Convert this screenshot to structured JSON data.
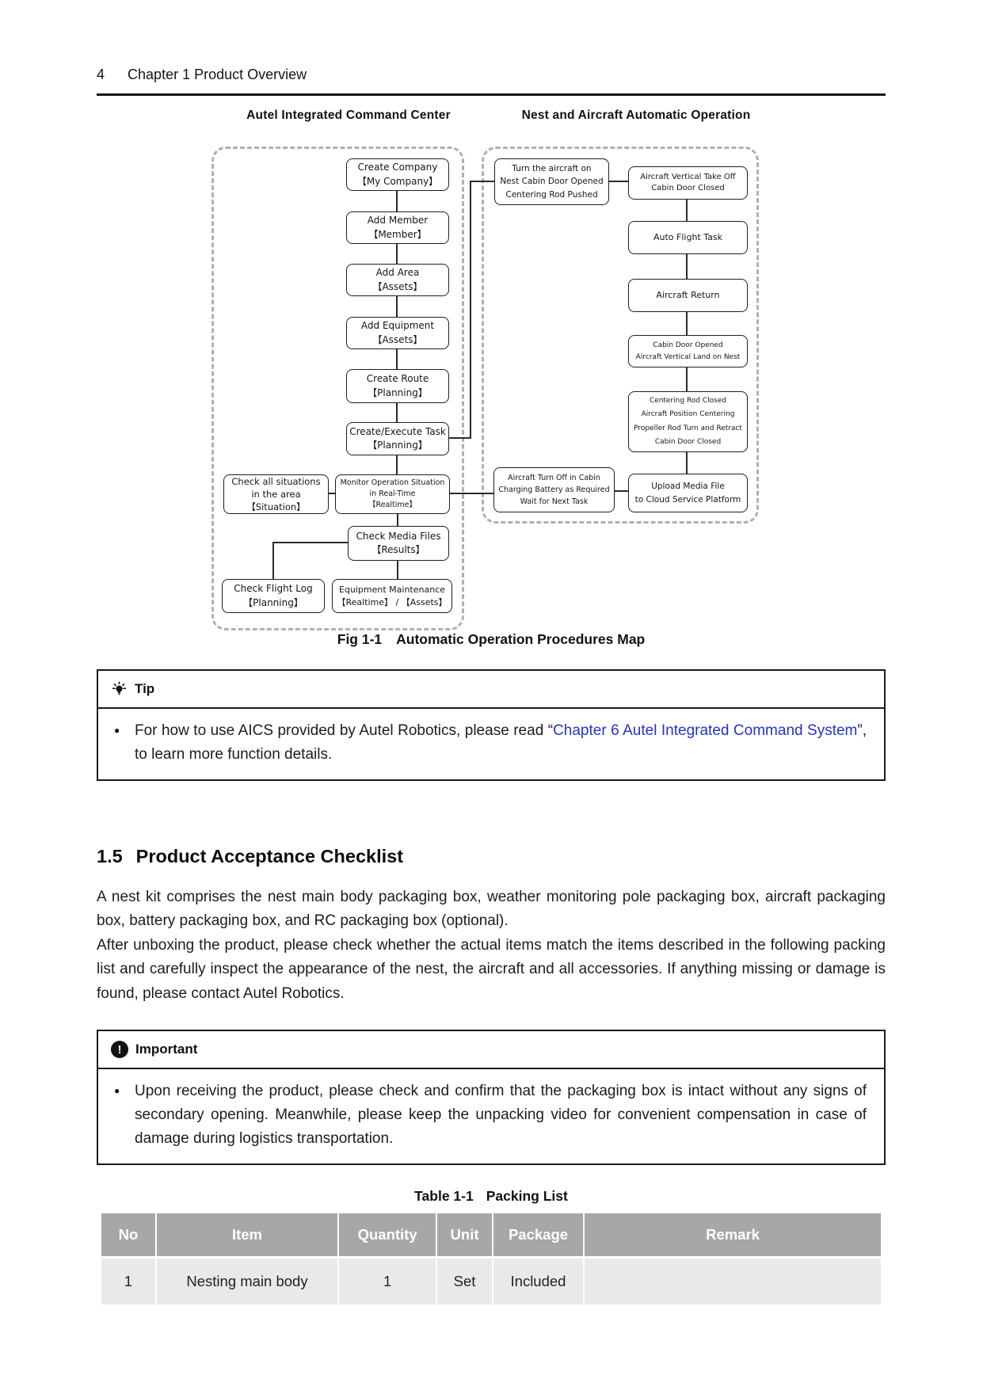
{
  "header": {
    "page_number": "4",
    "chapter": "Chapter 1 Product Overview"
  },
  "diagram": {
    "left_title": "Autel Integrated Command Center",
    "right_title": "Nest and Aircraft Automatic Operation",
    "nodes": {
      "create_company": "Create Company\n【My Company】",
      "add_member": "Add Member\n【Member】",
      "add_area": "Add Area\n【Assets】",
      "add_equipment": "Add Equipment\n【Assets】",
      "create_route": "Create Route\n【Planning】",
      "create_execute_task": "Create/Execute Task\n【Planning】",
      "check_all_situations": "Check all situations\nin the area\n【Situation】",
      "monitor_operation": "Monitor Operation Situation\nin Real-Time\n【Realtime】",
      "check_media_files": "Check Media Files\n【Results】",
      "check_flight_log": "Check Flight Log\n【Planning】",
      "equipment_maintenance": "Equipment Maintenance\n【Realtime】 / 【Assets】",
      "turn_aircraft_on": "Turn the aircraft on\nNest Cabin Door Opened\nCentering Rod Pushed",
      "vertical_take_off": "Aircraft Vertical Take Off\nCabin Door Closed",
      "auto_flight_task": "Auto Flight Task",
      "aircraft_return": "Aircraft Return",
      "cabin_door_opened": "Cabin Door Opened\nAircraft Vertical Land on Nest",
      "centering_sequence": "Centering Rod Closed\nAircraft Position Centering\nPropeller Rod Turn and Retract\nCabin Door Closed",
      "aircraft_turn_off": "Aircraft Turn Off in Cabin\nCharging Battery as Required\nWait for Next Task",
      "upload_media": "Upload Media File\nto Cloud Service Platform"
    },
    "caption_label": "Fig 1-1",
    "caption_title": "Automatic Operation Procedures Map"
  },
  "tip": {
    "title": "Tip",
    "icon": "lightbulb-icon",
    "bullet": "●",
    "text_before": "For how to use AICS provided by Autel Robotics, please read “",
    "link_text": "Chapter 6 Autel Integrated Command System",
    "text_after": "”, to learn more function details."
  },
  "section": {
    "number": "1.5",
    "title": "Product Acceptance Checklist",
    "paragraph_1": "A nest kit comprises the nest main body packaging box, weather monitoring pole packaging box, aircraft packaging box, battery packaging box, and RC packaging box (optional).",
    "paragraph_2": "After unboxing the product, please check whether the actual items match the items described in the following packing list and carefully inspect the appearance of the nest, the aircraft and all accessories. If anything missing or damage is found, please contact Autel Robotics."
  },
  "important": {
    "title": "Important",
    "icon": "exclamation-icon",
    "icon_glyph": "!",
    "bullet": "●",
    "text": "Upon receiving the product, please check and confirm that the packaging box is intact without any signs of secondary opening. Meanwhile, please keep the unpacking video for convenient compensation in case of damage during logistics transportation."
  },
  "packing_table": {
    "caption_label": "Table 1-1",
    "caption_title": "Packing List",
    "headers": [
      "No",
      "Item",
      "Quantity",
      "Unit",
      "Package",
      "Remark"
    ],
    "rows": [
      [
        "1",
        "Nesting main body",
        "1",
        "Set",
        "Included",
        ""
      ]
    ]
  },
  "colors": {
    "link_blue": "#2333c8",
    "table_header_bg": "#a7a7a7",
    "table_row_bg": "#e9e9e9",
    "dashed_frame": "#b0b0b0",
    "connector": "#2a2a2a"
  }
}
